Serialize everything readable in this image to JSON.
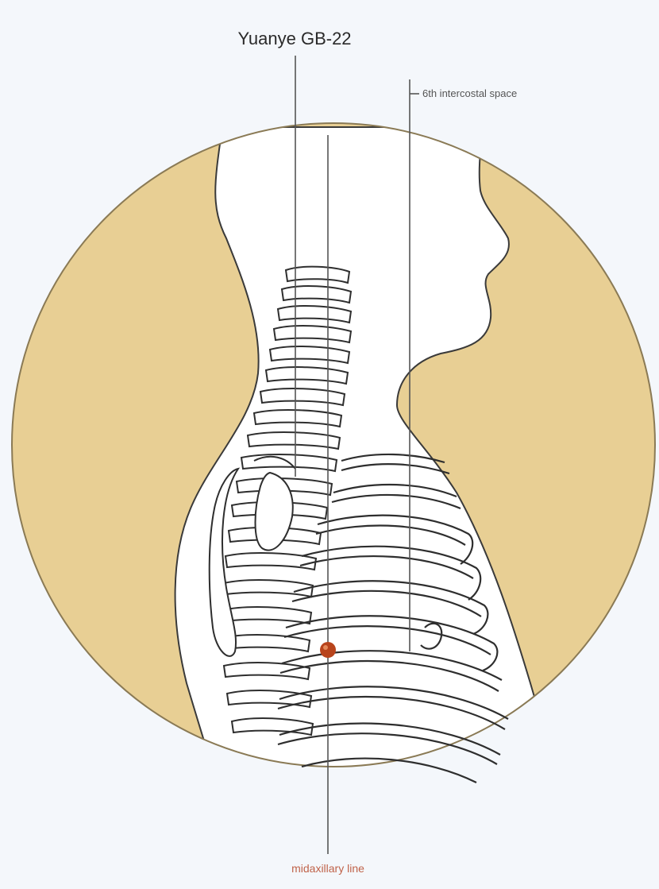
{
  "diagram": {
    "point_label": "Yuanye GB-22",
    "intercostal_label": "6th intercostal space",
    "midline_label": "midaxillary line",
    "colors": {
      "background": "#f4f7fb",
      "skin": "#e8cf94",
      "outline": "#3a3a3a",
      "acupoint": "#b8441c",
      "midline_label": "#c0634a"
    }
  }
}
